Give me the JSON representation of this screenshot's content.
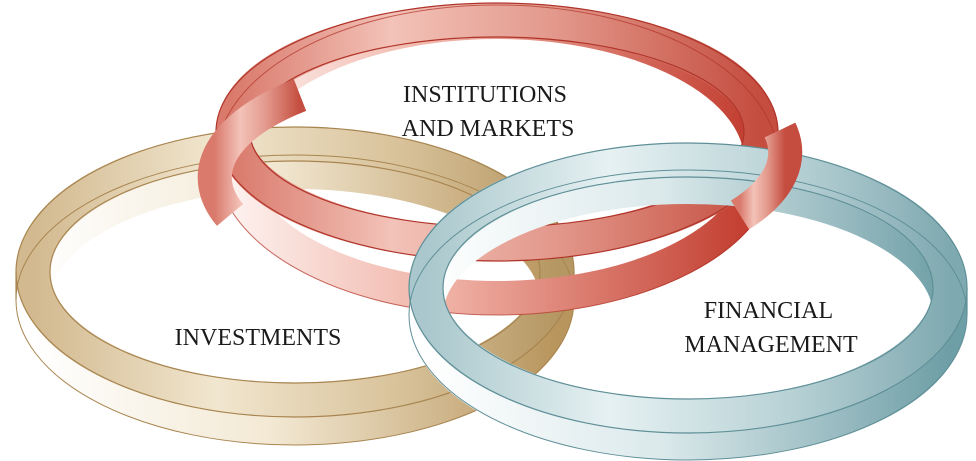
{
  "diagram": {
    "rings": [
      {
        "id": "investments",
        "label_lines": [
          "INVESTMENTS"
        ],
        "colors": {
          "light": "#f6eedc",
          "mid": "#ddc59c",
          "dark": "#b5945c",
          "edge": "#a88550"
        }
      },
      {
        "id": "institutions",
        "label_lines": [
          "INSTITUTIONS",
          "AND MARKETS"
        ],
        "colors": {
          "light": "#fbe6e2",
          "mid": "#e8a093",
          "dark": "#c0392b",
          "edge": "#b0342a"
        }
      },
      {
        "id": "financial-management",
        "label_lines": [
          "FINANCIAL",
          "MANAGEMENT"
        ],
        "colors": {
          "light": "#eef6f7",
          "mid": "#b5d0d4",
          "dark": "#6e9ea6",
          "edge": "#5f8f97"
        }
      }
    ]
  }
}
